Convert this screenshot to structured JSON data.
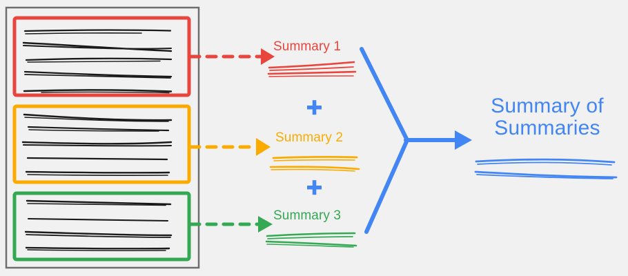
{
  "diagram": {
    "title": "Summary of Summaries pipeline",
    "background_color": "#f1f1f1"
  },
  "source_document": {
    "name": "source-document-container",
    "border_color": "#6e6e6e",
    "chunks": [
      {
        "id": "chunk-1",
        "color": "#e8453c",
        "line_count": 5,
        "target": "Summary 1"
      },
      {
        "id": "chunk-2",
        "color": "#fbab00",
        "line_count": 5,
        "target": "Summary 2"
      },
      {
        "id": "chunk-3",
        "color": "#34a853",
        "line_count": 4,
        "target": "Summary 3"
      }
    ]
  },
  "summaries": [
    {
      "id": "summary-1",
      "label": "Summary 1",
      "color": "#e8453c",
      "arrow_style": "dashed"
    },
    {
      "id": "summary-2",
      "label": "Summary 2",
      "color": "#fbab00",
      "arrow_style": "dashed"
    },
    {
      "id": "summary-3",
      "label": "Summary 3",
      "color": "#34a853",
      "arrow_style": "dashed"
    }
  ],
  "operators": [
    {
      "id": "plus-1",
      "symbol": "+",
      "color": "#4285f4"
    },
    {
      "id": "plus-2",
      "symbol": "+",
      "color": "#4285f4"
    }
  ],
  "merge_arrow": {
    "name": "merge-arrow",
    "color": "#4285f4",
    "style": "solid"
  },
  "result": {
    "label_line_1": "Summary of",
    "label_line_2": "Summaries",
    "color": "#4285f4"
  },
  "colors": {
    "red": "#e8453c",
    "yellow": "#fbab00",
    "green": "#34a853",
    "blue": "#4285f4",
    "ink": "#1a1a1a",
    "container_border": "#6e6e6e",
    "background": "#f1f1f1"
  }
}
